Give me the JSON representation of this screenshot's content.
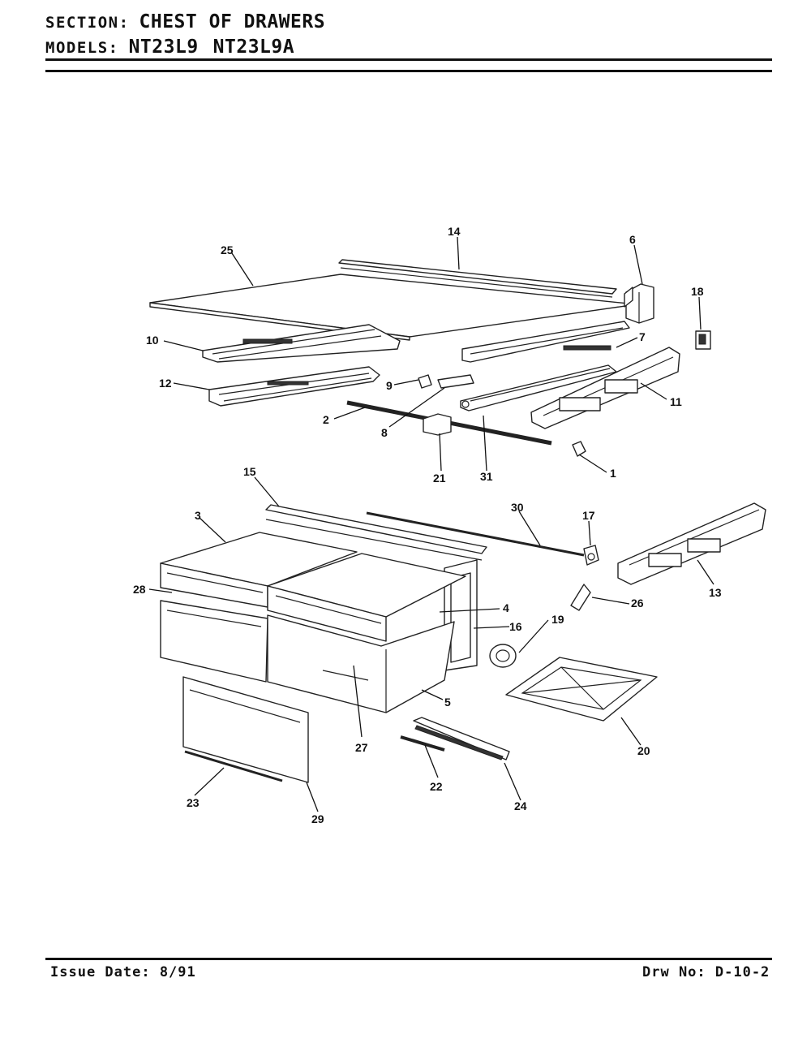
{
  "header": {
    "section_label": "SECTION:",
    "section_value": "CHEST OF DRAWERS",
    "models_label": "MODELS:",
    "models": [
      "NT23L9",
      "NT23L9A"
    ]
  },
  "footer": {
    "issue_date": "Issue Date: 8/91",
    "drawing_no": "Drw No: D-10-2"
  },
  "callouts": [
    {
      "id": "1",
      "label": "1"
    },
    {
      "id": "2",
      "label": "2"
    },
    {
      "id": "3",
      "label": "3"
    },
    {
      "id": "4",
      "label": "4"
    },
    {
      "id": "5",
      "label": "5"
    },
    {
      "id": "6",
      "label": "6"
    },
    {
      "id": "7",
      "label": "7"
    },
    {
      "id": "8",
      "label": "8"
    },
    {
      "id": "9",
      "label": "9"
    },
    {
      "id": "10",
      "label": "10"
    },
    {
      "id": "11",
      "label": "11"
    },
    {
      "id": "12",
      "label": "12"
    },
    {
      "id": "13",
      "label": "13"
    },
    {
      "id": "14",
      "label": "14"
    },
    {
      "id": "15",
      "label": "15"
    },
    {
      "id": "16",
      "label": "16"
    },
    {
      "id": "17",
      "label": "17"
    },
    {
      "id": "18",
      "label": "18"
    },
    {
      "id": "19",
      "label": "19"
    },
    {
      "id": "20",
      "label": "20"
    },
    {
      "id": "21",
      "label": "21"
    },
    {
      "id": "22",
      "label": "22"
    },
    {
      "id": "23",
      "label": "23"
    },
    {
      "id": "24",
      "label": "24"
    },
    {
      "id": "25",
      "label": "25"
    },
    {
      "id": "26",
      "label": "26"
    },
    {
      "id": "27",
      "label": "27"
    },
    {
      "id": "28",
      "label": "28"
    },
    {
      "id": "29",
      "label": "29"
    },
    {
      "id": "30",
      "label": "30"
    },
    {
      "id": "31",
      "label": "31"
    }
  ]
}
